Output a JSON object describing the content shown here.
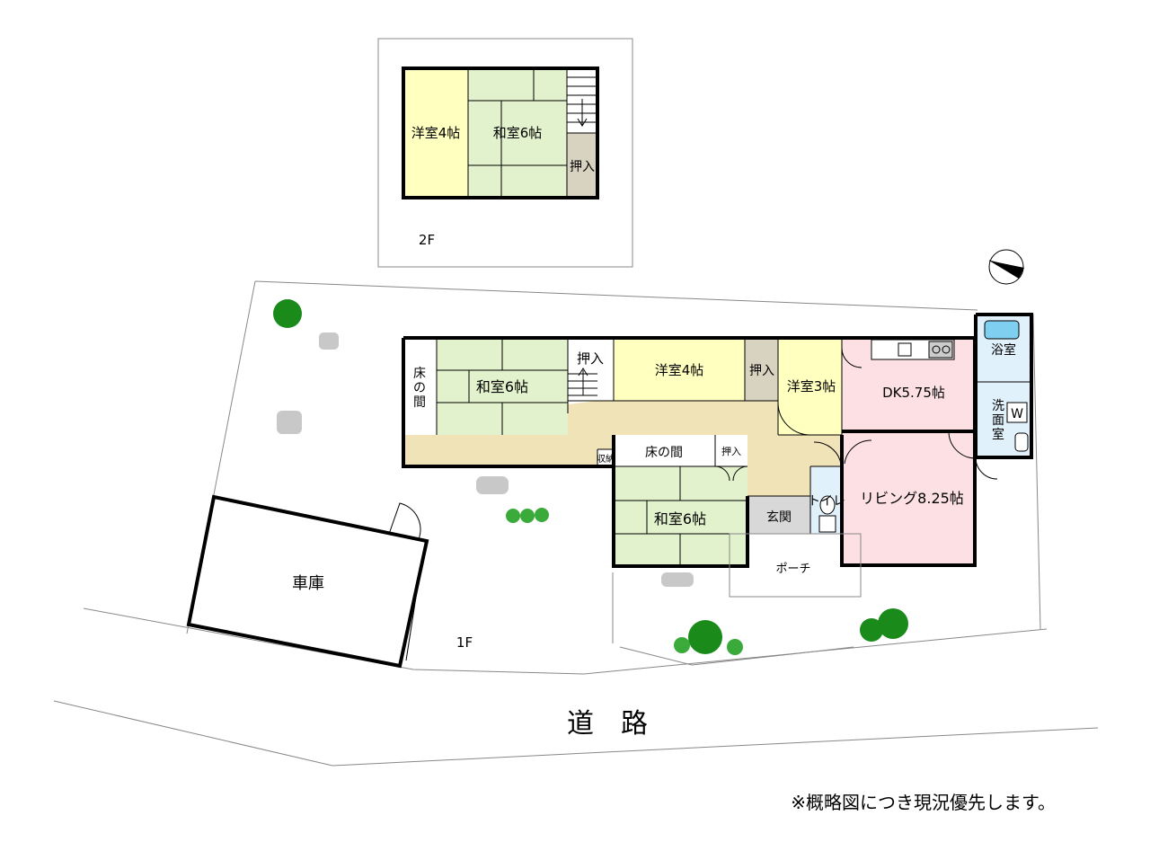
{
  "floors": {
    "second": "2F",
    "first": "1F"
  },
  "rooms_2f": {
    "western4": "洋室4帖",
    "japanese6": "和室6帖",
    "closet": "押入"
  },
  "rooms_1f": {
    "tokonoma_a_1": "床",
    "tokonoma_a_2": "の",
    "tokonoma_a_3": "間",
    "japanese6_a": "和室6帖",
    "closet_a": "押入",
    "western4": "洋室4帖",
    "closet_b": "押入",
    "western3": "洋室3帖",
    "dk": "DK5.75帖",
    "bath": "浴室",
    "wash_1": "洗",
    "wash_2": "面",
    "wash_3": "室",
    "washer": "W",
    "storage": "収納",
    "tokonoma_b": "床の間",
    "closet_c": "押入",
    "japanese6_b": "和室6帖",
    "entrance": "玄関",
    "toilet": "トイレ",
    "living": "リビング8.25帖",
    "porch": "ポーチ",
    "garage": "車庫"
  },
  "road": "道　路",
  "note": "※概略図につき現況優先します。",
  "colors": {
    "western_room": "#ffffc0",
    "japanese_room": "#e2f2cc",
    "closet": "#d8d3c0",
    "hallway": "#f1e3b8",
    "dk_living": "#fde0e4",
    "bath": "#e1f1fb",
    "entrance": "#d8d8d8",
    "tree": "#1a8a1a",
    "stone": "#c8c8c8"
  }
}
